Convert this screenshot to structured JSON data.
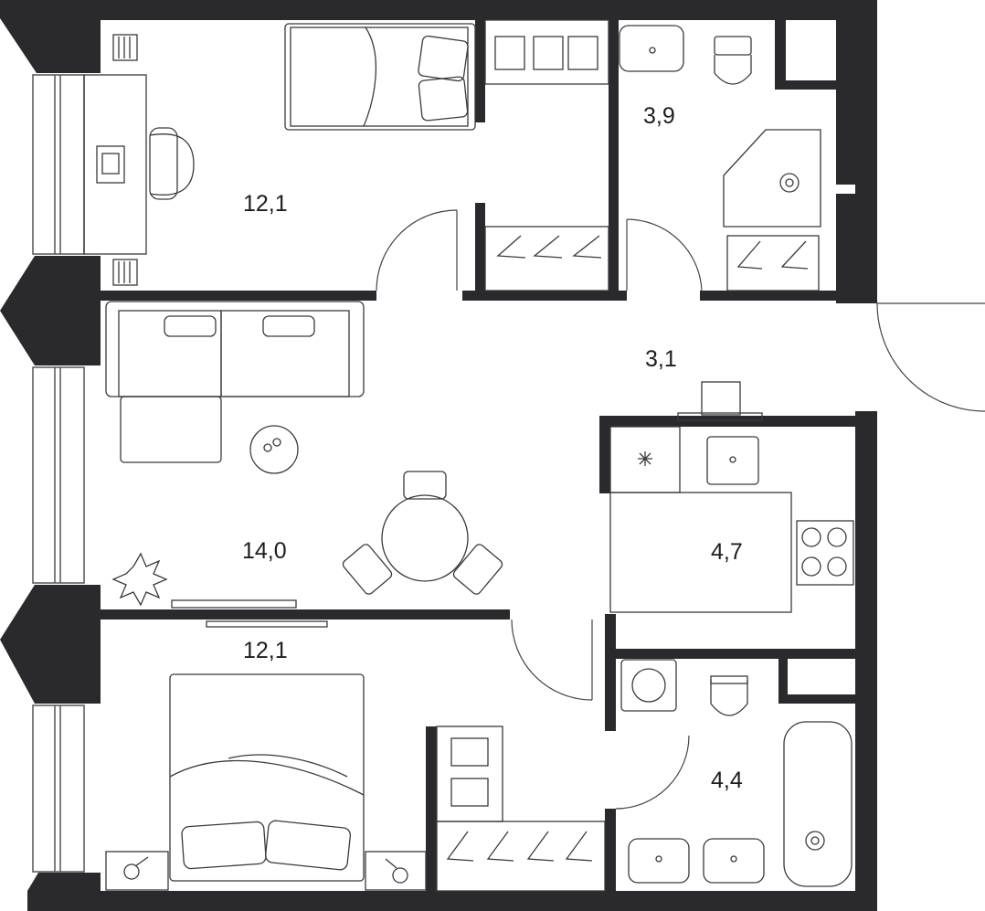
{
  "rooms": [
    {
      "id": "bedroom-top",
      "area": "12,1"
    },
    {
      "id": "bathroom-top",
      "area": "3,9"
    },
    {
      "id": "hallway",
      "area": "3,1"
    },
    {
      "id": "living-room",
      "area": "14,0"
    },
    {
      "id": "kitchen",
      "area": "4,7"
    },
    {
      "id": "bedroom-bottom",
      "area": "12,1"
    },
    {
      "id": "bathroom-bottom",
      "area": "4,4"
    }
  ],
  "colors": {
    "wall": "#2a2a2c",
    "line": "#3a3a3a",
    "background": "#ffffff"
  }
}
